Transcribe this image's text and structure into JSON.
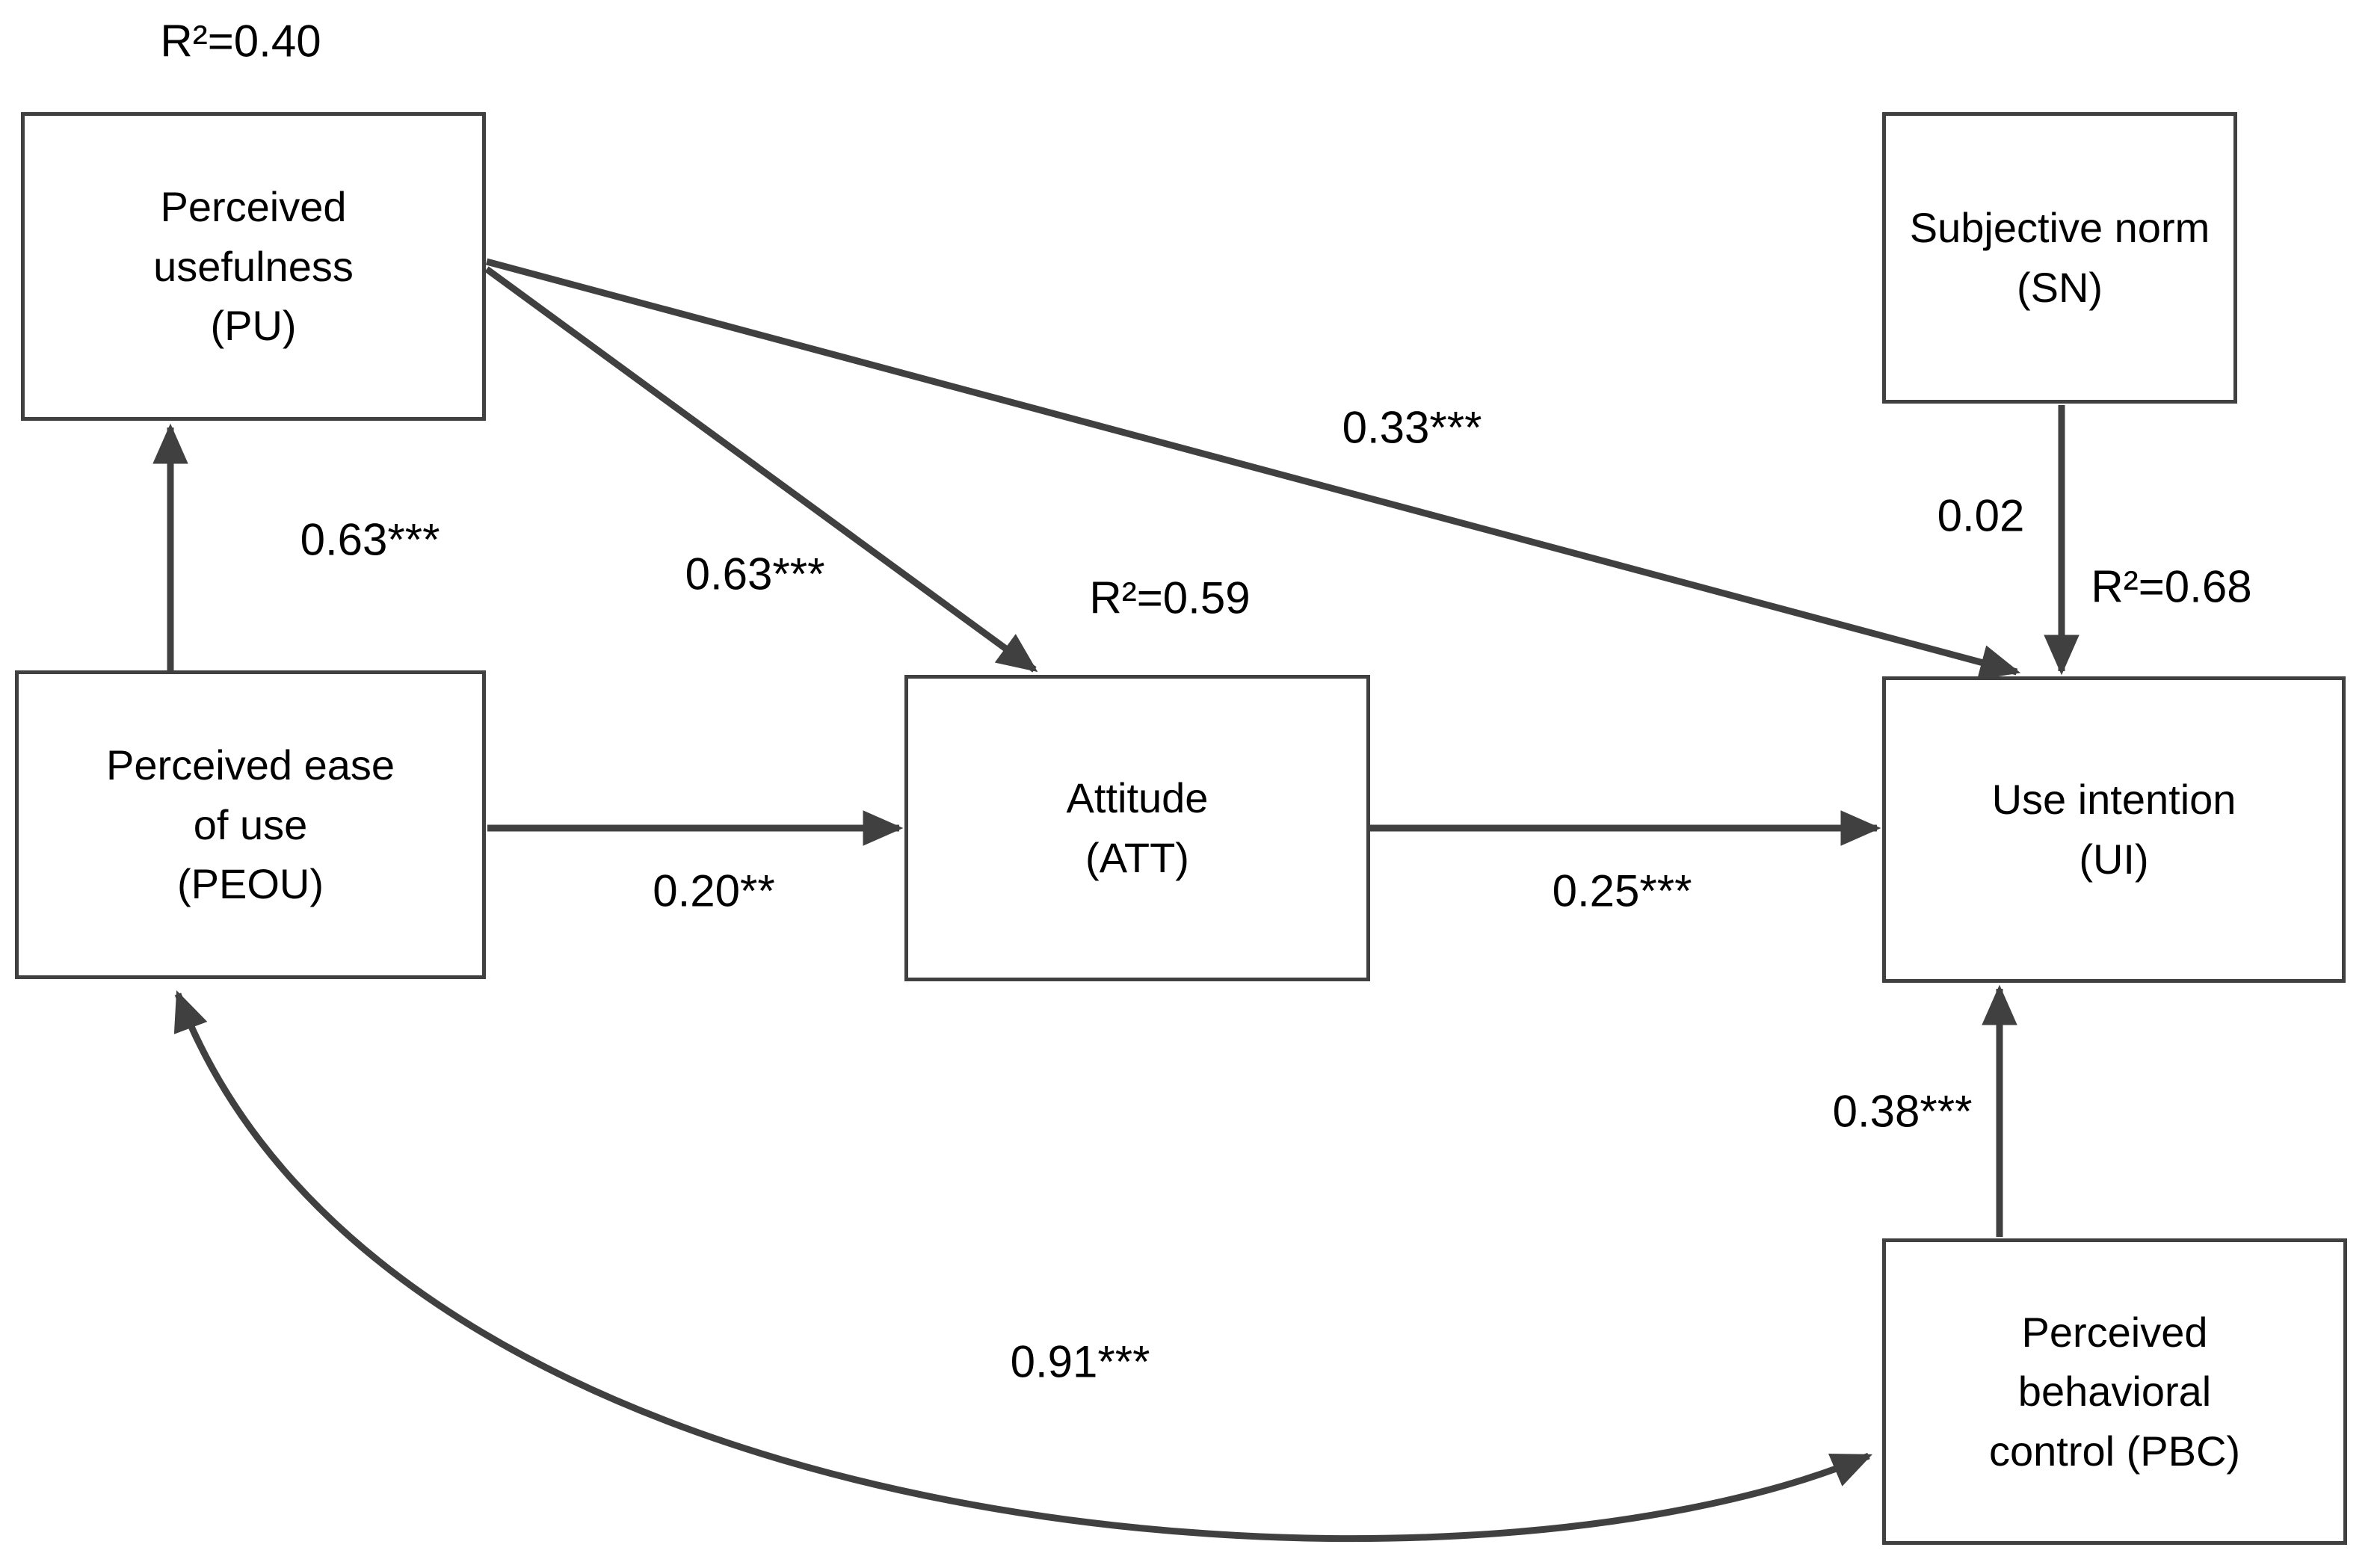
{
  "figure": {
    "type": "sem-path-diagram",
    "background_color": "#ffffff",
    "line_color": "#404040",
    "text_color": "#000000",
    "nodes": [
      {
        "id": "PU",
        "lines": [
          "Perceived",
          "usefulness",
          "(PU)"
        ],
        "r2": "R²=0.40"
      },
      {
        "id": "SN",
        "lines": [
          "Subjective norm",
          "(SN)"
        ],
        "r2": ""
      },
      {
        "id": "PEOU",
        "lines": [
          "Perceived ease",
          "of use",
          "(PEOU)"
        ],
        "r2": ""
      },
      {
        "id": "ATT",
        "lines": [
          "Attitude",
          "(ATT)"
        ],
        "r2": "R²=0.59"
      },
      {
        "id": "UI",
        "lines": [
          "Use intention",
          "(UI)"
        ],
        "r2": "R²=0.68"
      },
      {
        "id": "PBC",
        "lines": [
          "Perceived",
          "behavioral",
          "control (PBC)"
        ],
        "r2": ""
      }
    ],
    "paths": [
      {
        "from": "PEOU",
        "to": "PU",
        "coefficient": "0.63***",
        "type": "directed"
      },
      {
        "from": "PU",
        "to": "ATT",
        "coefficient": "0.63***",
        "type": "directed"
      },
      {
        "from": "PU",
        "to": "UI",
        "coefficient": "0.33***",
        "type": "directed"
      },
      {
        "from": "SN",
        "to": "UI",
        "coefficient": "0.02",
        "type": "directed"
      },
      {
        "from": "PEOU",
        "to": "ATT",
        "coefficient": "0.20**",
        "type": "directed"
      },
      {
        "from": "ATT",
        "to": "UI",
        "coefficient": "0.25***",
        "type": "directed"
      },
      {
        "from": "PBC",
        "to": "UI",
        "coefficient": "0.38***",
        "type": "directed"
      },
      {
        "from": "PEOU",
        "to": "PBC",
        "coefficient": "0.91***",
        "type": "correlation"
      }
    ]
  }
}
